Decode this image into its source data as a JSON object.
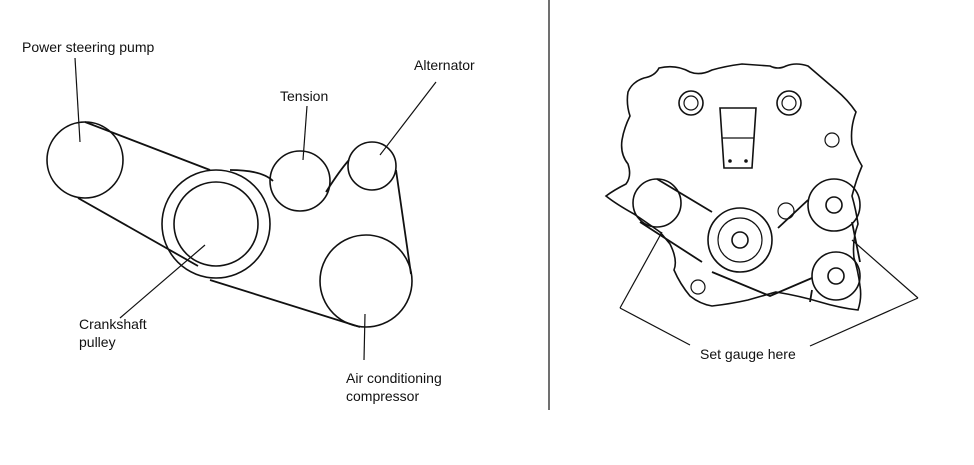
{
  "labels": {
    "power_steering_pump": "Power steering pump",
    "tension": "Tension",
    "alternator": "Alternator",
    "crankshaft_line1": "Crankshaft",
    "crankshaft_line2": "pulley",
    "ac_line1": "Air conditioning",
    "ac_line2": "compressor",
    "set_gauge": "Set gauge here"
  },
  "colors": {
    "ink": "#111111",
    "background": "#ffffff"
  }
}
